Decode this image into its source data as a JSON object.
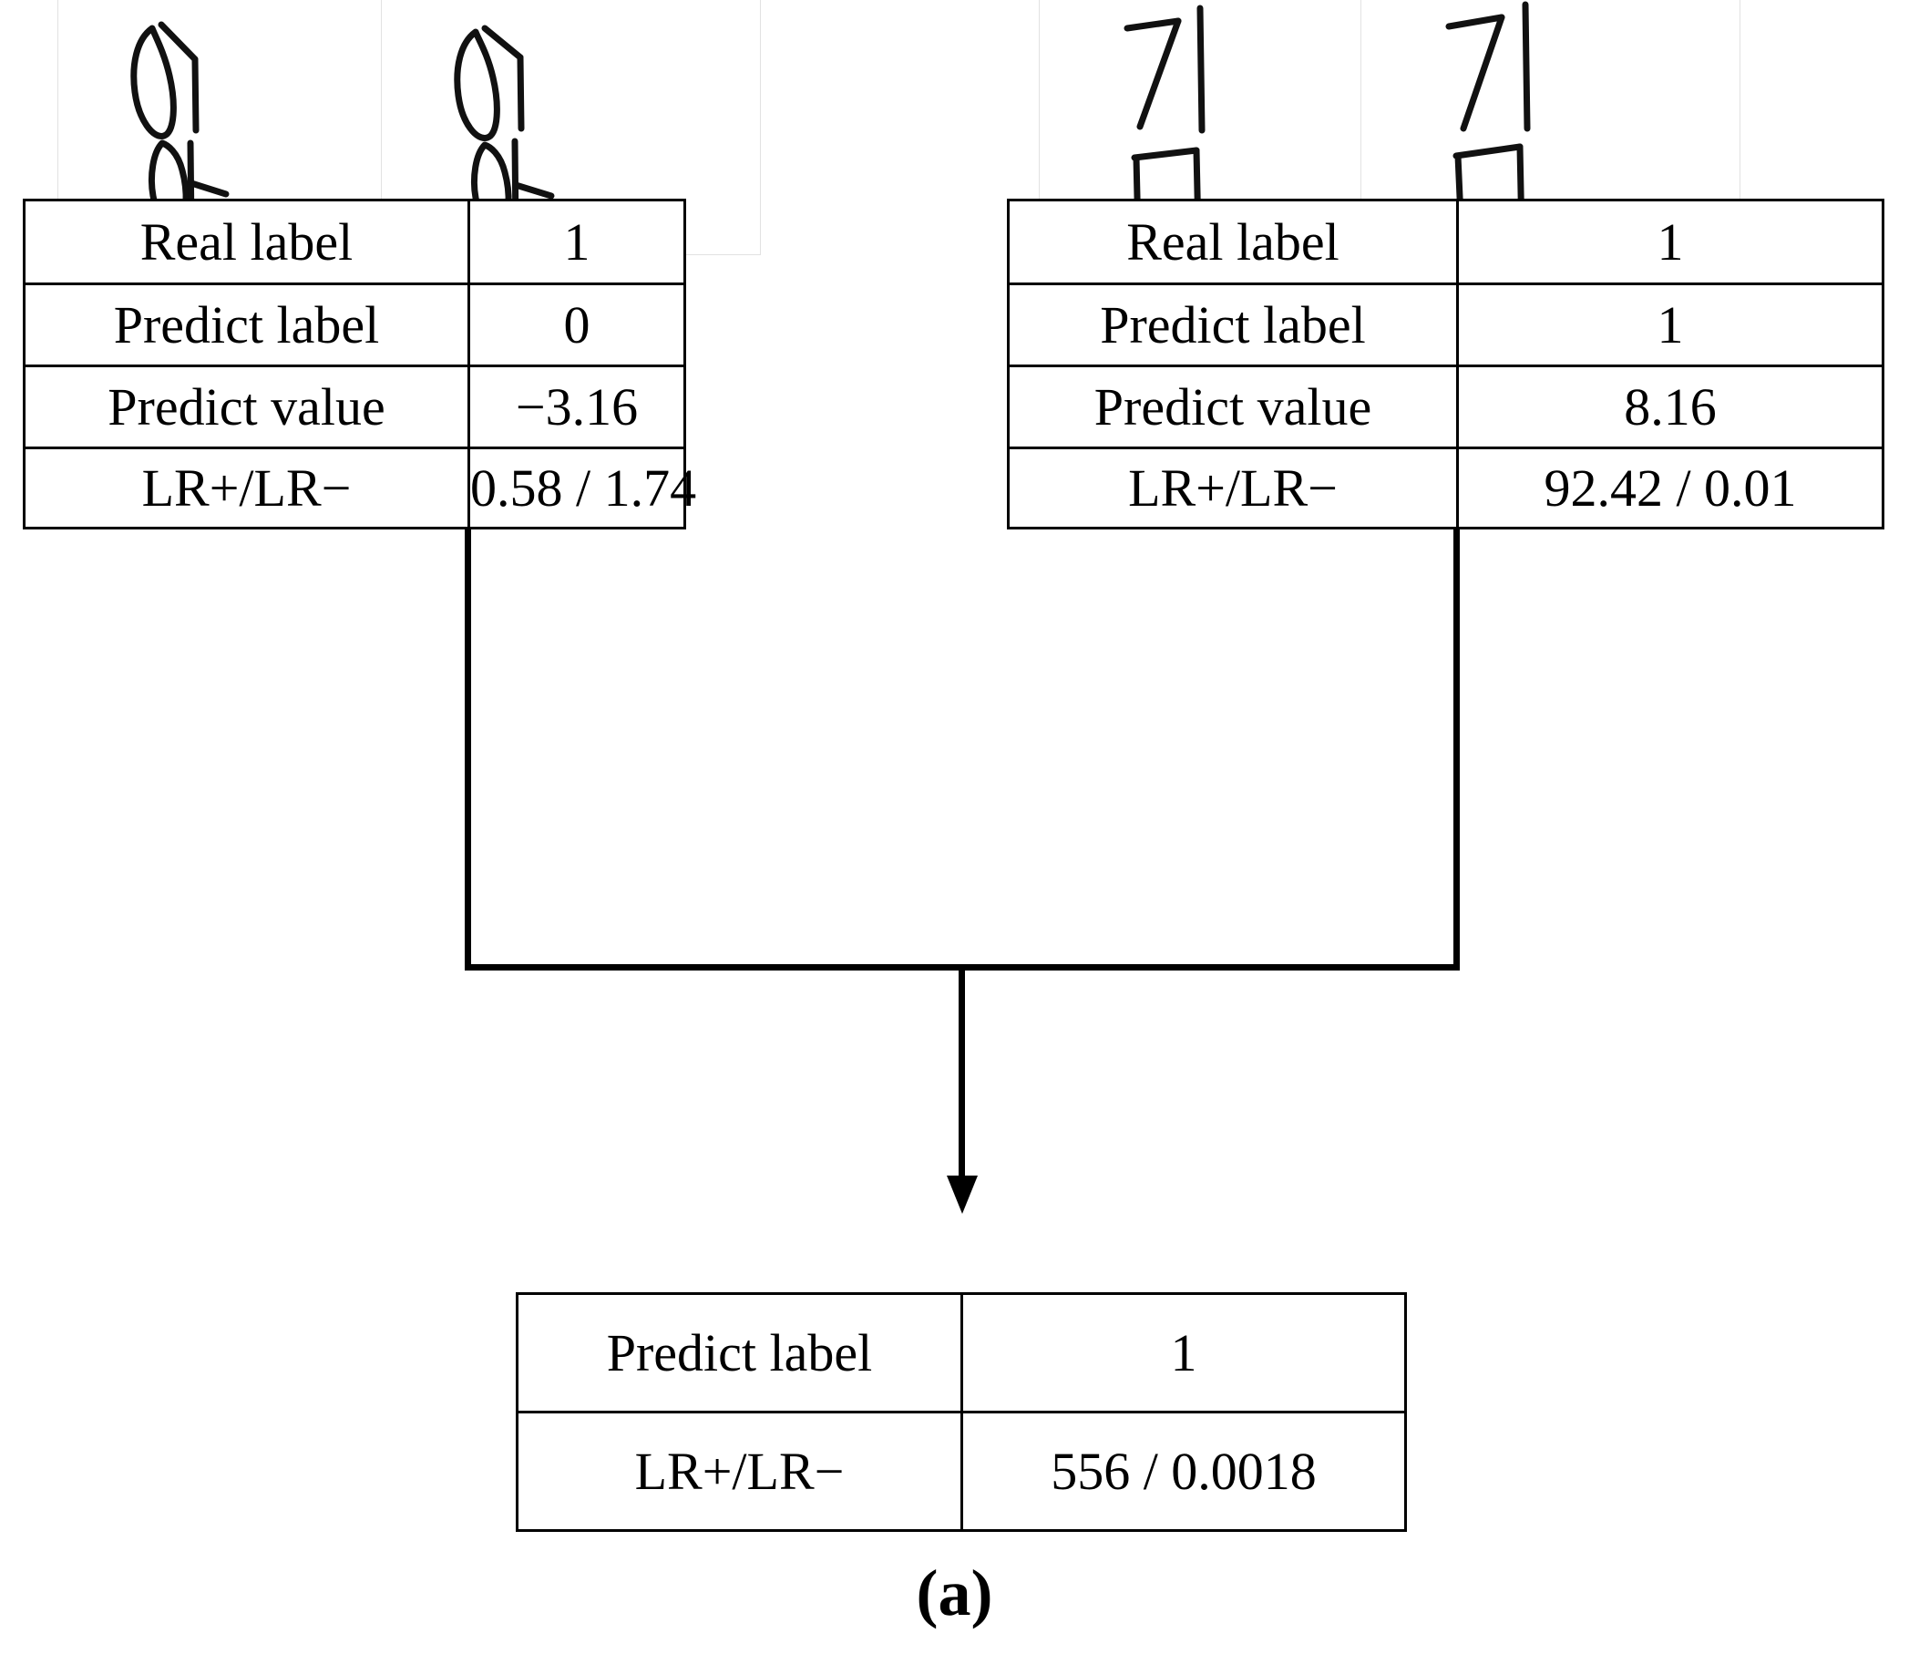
{
  "figure": {
    "caption": "(a)",
    "background_color": "#ffffff",
    "line_color": "#000000",
    "frame_color": "#e2e2e2"
  },
  "samples": [
    {
      "id": "sample-1",
      "syllable": "어",
      "initial": "ㅇ",
      "vowel": "ㅓ",
      "second_syllable": "박",
      "alt_text": "handwritten 어박"
    },
    {
      "id": "sample-2",
      "syllable": "어",
      "initial": "ㅇ",
      "vowel": "ㅓ",
      "second_syllable": "박",
      "alt_text": "handwritten 어박"
    },
    {
      "id": "sample-3",
      "syllable": "기",
      "initial": "ㄱ",
      "vowel": "ㅣ",
      "second_syllable": "ㅁ",
      "alt_text": "handwritten 김"
    },
    {
      "id": "sample-4",
      "syllable": "기",
      "initial": "ㄱ",
      "vowel": "ㅣ",
      "second_syllable": "ㅁ",
      "alt_text": "handwritten 김"
    }
  ],
  "tables": {
    "left": {
      "name": "left-prediction-table",
      "rows": [
        {
          "key": "Real label",
          "value": "1"
        },
        {
          "key": "Predict label",
          "value": "0"
        },
        {
          "key": "Predict value",
          "value": "−3.16"
        },
        {
          "key": "LR+/LR−",
          "value": "0.58 / 1.74"
        }
      ]
    },
    "right": {
      "name": "right-prediction-table",
      "rows": [
        {
          "key": "Real label",
          "value": "1"
        },
        {
          "key": "Predict label",
          "value": "1"
        },
        {
          "key": "Predict value",
          "value": "8.16"
        },
        {
          "key": "LR+/LR−",
          "value": "92.42 / 0.01"
        }
      ]
    },
    "fused": {
      "name": "fused-prediction-table",
      "rows": [
        {
          "key": "Predict label",
          "value": "1"
        },
        {
          "key": "LR+/LR−",
          "value": "556 / 0.0018"
        }
      ]
    }
  },
  "chart_data": {
    "type": "table",
    "title": "(a)",
    "description": "Two per-sample likelihood-ratio prediction tables combined by a fusion arrow into a single fused prediction table.",
    "columns": [
      "Field",
      "Value"
    ],
    "blocks": [
      {
        "name": "left",
        "sample_label": "어박",
        "rows": [
          [
            "Real label",
            "1"
          ],
          [
            "Predict label",
            "0"
          ],
          [
            "Predict value",
            "−3.16"
          ],
          [
            "LR+/LR−",
            "0.58 / 1.74"
          ]
        ],
        "real_label": 1,
        "predict_label": 0,
        "predict_value": -3.16,
        "lr_plus": 0.58,
        "lr_minus": 1.74
      },
      {
        "name": "right",
        "sample_label": "김",
        "rows": [
          [
            "Real label",
            "1"
          ],
          [
            "Predict label",
            "1"
          ],
          [
            "Predict value",
            "8.16"
          ],
          [
            "LR+/LR−",
            "92.42 / 0.01"
          ]
        ],
        "real_label": 1,
        "predict_label": 1,
        "predict_value": 8.16,
        "lr_plus": 92.42,
        "lr_minus": 0.01
      },
      {
        "name": "fused",
        "rows": [
          [
            "Predict label",
            "1"
          ],
          [
            "LR+/LR−",
            "556 / 0.0018"
          ]
        ],
        "predict_label": 1,
        "lr_plus": 556,
        "lr_minus": 0.0018
      }
    ]
  }
}
